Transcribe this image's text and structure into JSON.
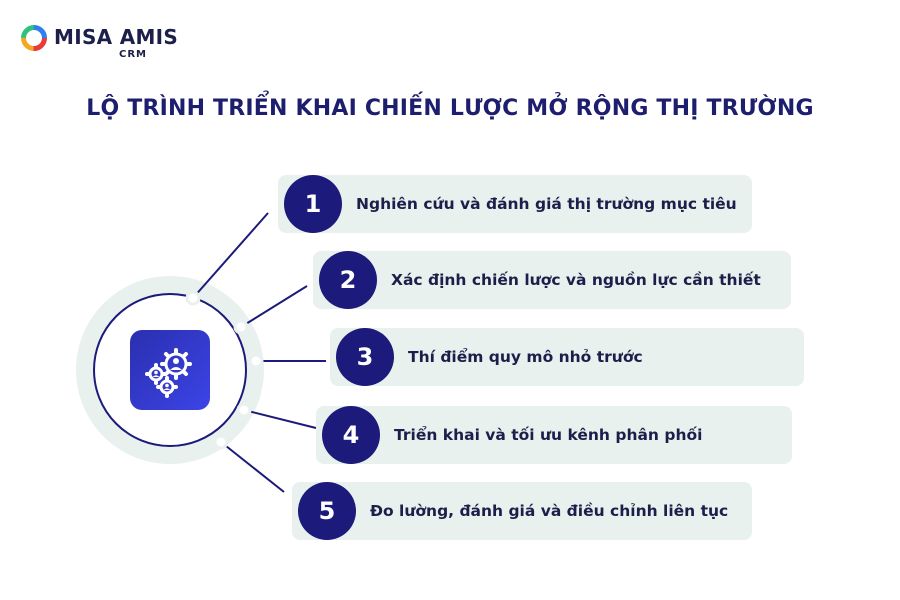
{
  "logo": {
    "brand": "MISA AMIS",
    "sub": "CRM"
  },
  "title": "LỘ TRÌNH TRIỂN KHAI CHIẾN LƯỢC MỞ RỘNG THỊ TRƯỜNG",
  "hub": {
    "icon": "gears-people-icon",
    "color": "#3038c8"
  },
  "colors": {
    "navy": "#1c1a7a",
    "card": "#e9f1ee",
    "ring": "#1c1a7a"
  },
  "steps": [
    {
      "num": "1",
      "label": "Nghiên cứu và đánh giá thị trường mục tiêu"
    },
    {
      "num": "2",
      "label": "Xác định chiến lược và nguồn lực cần thiết"
    },
    {
      "num": "3",
      "label": "Thí điểm quy mô nhỏ trước"
    },
    {
      "num": "4",
      "label": "Triển khai và tối ưu kênh phân phối"
    },
    {
      "num": "5",
      "label": "Đo lường, đánh giá và điều chỉnh liên tục"
    }
  ]
}
